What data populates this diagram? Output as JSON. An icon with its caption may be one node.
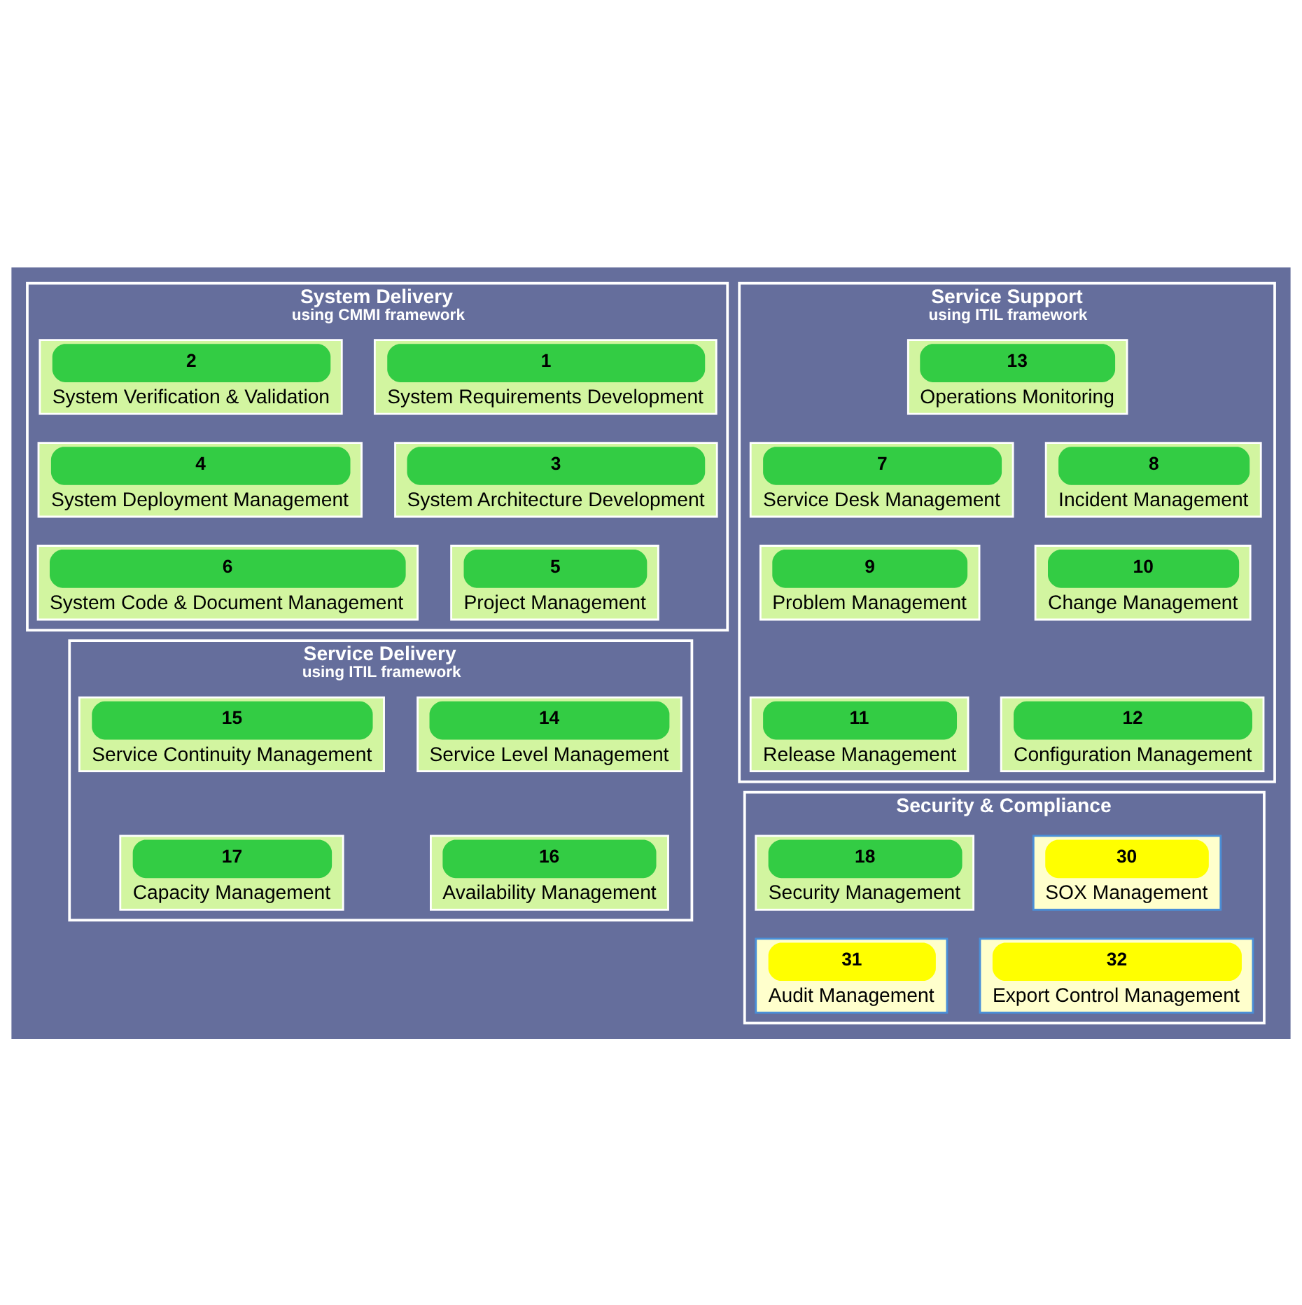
{
  "diagram": {
    "nodes": [
      {
        "text": [
          "System Delivery",
          "using CMMI framework"
        ]
      },
      {
        "text": [
          "1",
          "System Requirements Development"
        ],
        "in": 0
      },
      {
        "text": [
          "2",
          "System Verification & Validation"
        ],
        "in": 0
      },
      {
        "text": [
          "3",
          "System Architecture Development"
        ],
        "in": 0
      },
      {
        "text": [
          "4",
          "System Deployment Management"
        ],
        "in": 0
      },
      {
        "text": [
          "5",
          "Project Management"
        ],
        "in": 0
      },
      {
        "text": [
          "6",
          "System Code & Document Management"
        ],
        "in": 0
      },
      {
        "text": [
          "Service Support",
          "using ITIL framework"
        ]
      },
      {
        "text": [
          "13",
          "Operations Monitoring"
        ],
        "in": 7
      },
      {
        "text": [
          "7",
          "Service Desk Management"
        ],
        "in": 7
      },
      {
        "text": [
          "8",
          "Incident Management"
        ],
        "in": 7
      },
      {
        "text": [
          "9",
          "Problem Management"
        ],
        "in": 7
      },
      {
        "text": [
          "10",
          "Change Management"
        ],
        "in": 7
      },
      {
        "text": [
          "11",
          "Release Management"
        ],
        "in": 7
      },
      {
        "text": [
          "12",
          "Configuration Management"
        ],
        "in": 7
      },
      {
        "text": [
          "Service Delivery",
          "using ITIL framework"
        ]
      },
      {
        "text": [
          "14",
          "Service Level Management"
        ],
        "in": 15
      },
      {
        "text": [
          "15",
          "Service Continuity Management"
        ],
        "in": 15
      },
      {
        "text": [
          "16",
          "Availability Management"
        ],
        "in": 15
      },
      {
        "text": [
          "17",
          "Capacity Management"
        ],
        "in": 15
      },
      {
        "text": [
          "Security & Compliance"
        ]
      },
      {
        "text": [
          "18",
          "Security Management"
        ],
        "in": 20
      },
      {
        "text": [
          "30",
          "SOX Management"
        ],
        "in": 20
      },
      {
        "text": [
          "31",
          "Audit Management"
        ],
        "in": 20
      },
      {
        "text": [
          "32",
          "Export Control Management"
        ],
        "in": 20
      }
    ],
    "edges": []
  }
}
